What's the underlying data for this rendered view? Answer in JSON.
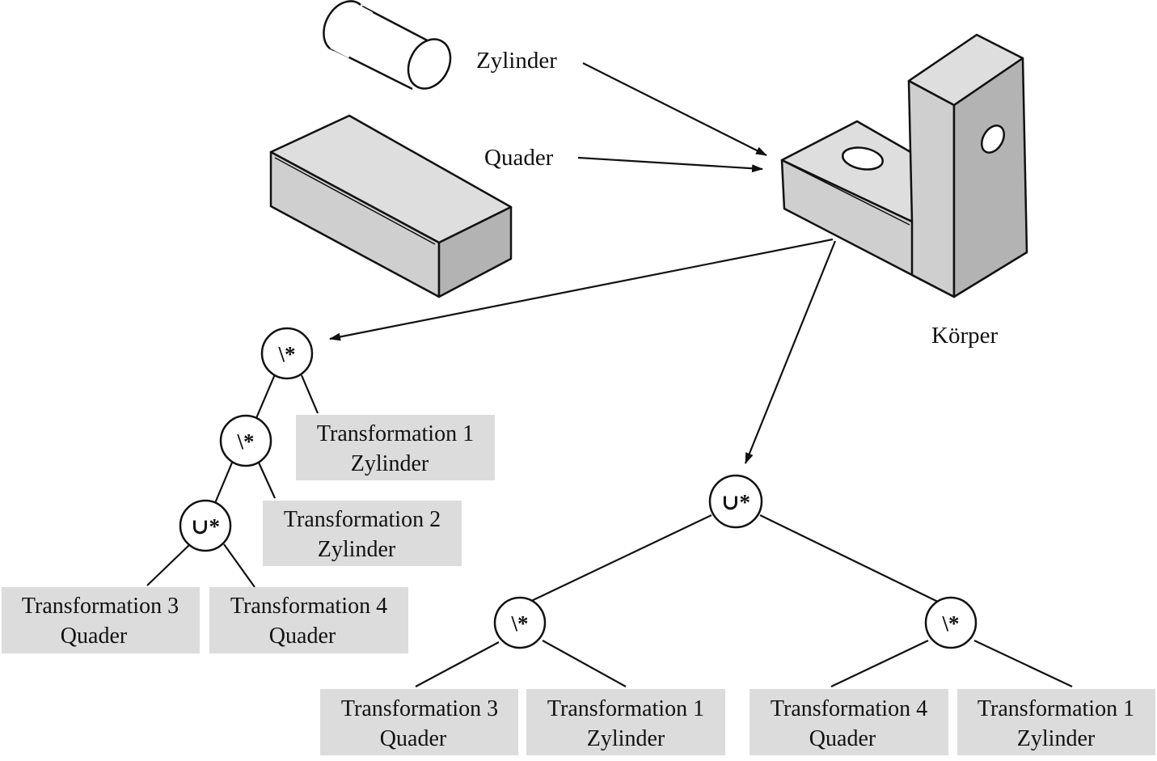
{
  "labels": {
    "zylinder": "Zylinder",
    "quader": "Quader",
    "koerper": "Körper"
  },
  "operators": {
    "left_root": "\\*",
    "left_mid": "\\*",
    "left_low": "∪*",
    "right_root": "∪*",
    "right_left": "\\*",
    "right_right": "\\*"
  },
  "leaves": {
    "l1": [
      "Transformation 1",
      "Zylinder"
    ],
    "l2": [
      "Transformation 2",
      "Zylinder"
    ],
    "l3": [
      "Transformation 3",
      "Quader"
    ],
    "l4": [
      "Transformation 4",
      "Quader"
    ],
    "r1": [
      "Transformation 3",
      "Quader"
    ],
    "r2": [
      "Transformation 1",
      "Zylinder"
    ],
    "r3": [
      "Transformation 4",
      "Quader"
    ],
    "r4": [
      "Transformation 1",
      "Zylinder"
    ]
  },
  "colors": {
    "leaf_fill": "#dcdcdc",
    "face_light": "#dedede",
    "face_mid": "#cfcfcf",
    "face_dark": "#b3b3b3",
    "stroke": "#111111"
  }
}
